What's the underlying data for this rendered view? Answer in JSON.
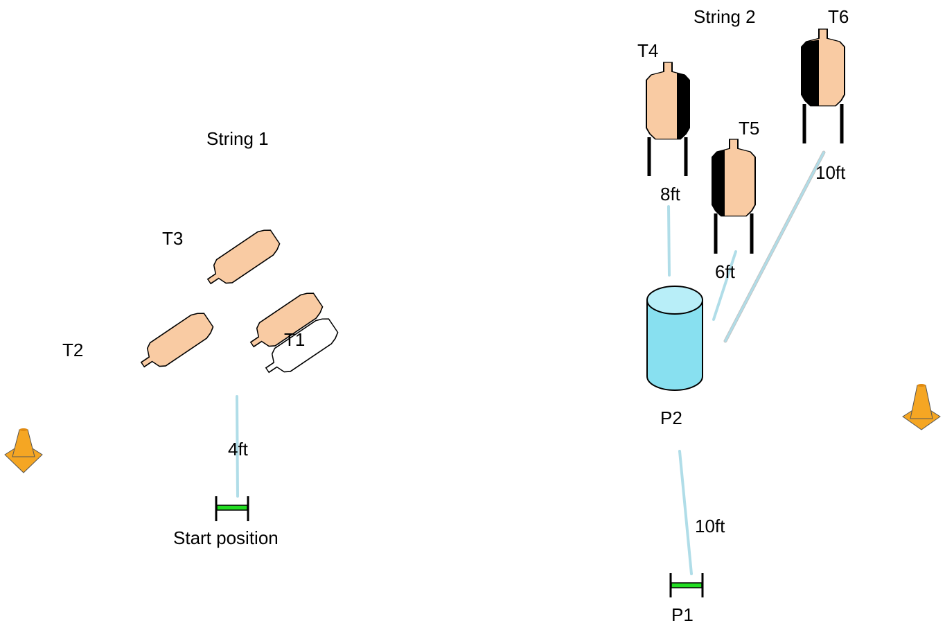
{
  "string1": {
    "title": "String 1",
    "targets": {
      "t1": "T1",
      "t2": "T2",
      "t3": "T3"
    },
    "distance": "4ft",
    "start_label": "Start position"
  },
  "string2": {
    "title": "String 2",
    "targets": {
      "t4": "T4",
      "t5": "T5",
      "t6": "T6"
    },
    "distances": {
      "to_t4": "8ft",
      "to_t5": "6ft",
      "to_t6": "10ft",
      "p1_to_p2": "10ft"
    },
    "p1_label": "P1",
    "p2_label": "P2"
  },
  "colors": {
    "target_fill": "#f9cba3",
    "target_black": "#000000",
    "barrel_fill": "#88e0f0",
    "barrel_top": "#b8eef8",
    "cone_orange": "#f5a623",
    "marker_green": "#22dd22",
    "distance_line": "#b0dde8"
  }
}
